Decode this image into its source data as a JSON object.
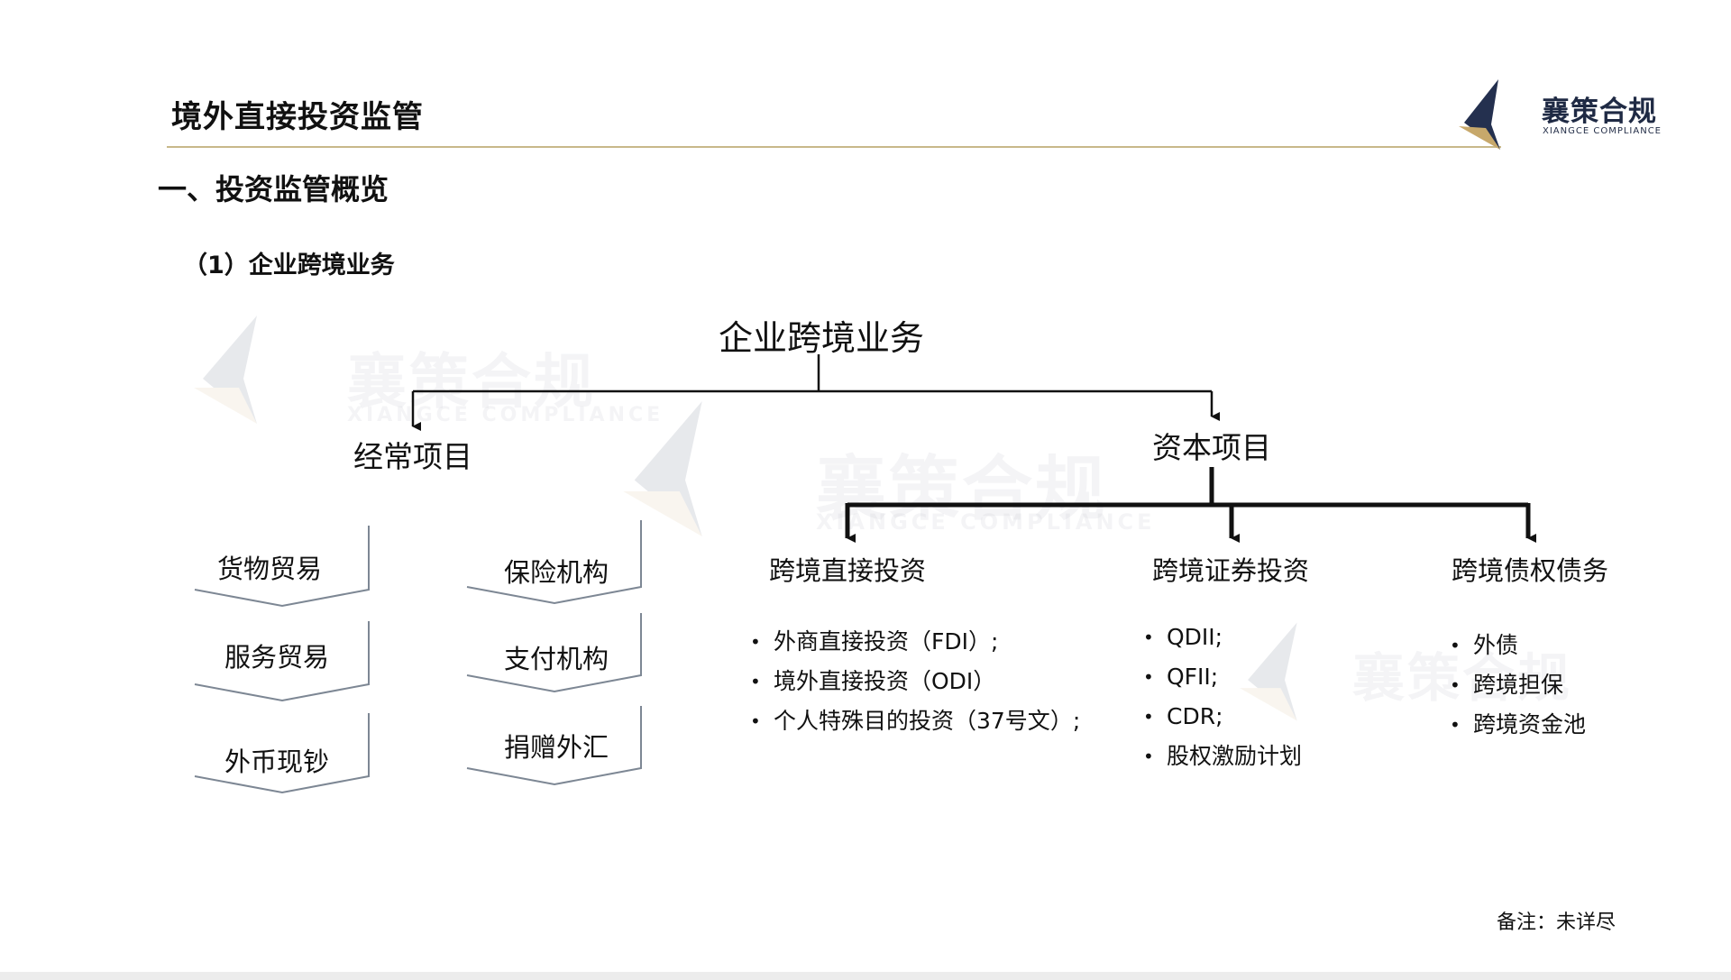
{
  "header": {
    "title": "境外直接投资监管",
    "logo": {
      "name_cn": "襄策合规",
      "name_en": "XIANGCE COMPLIANCE"
    },
    "accent_color": "#c8b88a",
    "logo_colors": {
      "navy": "#24304f",
      "gold": "#c7a86b"
    }
  },
  "section_title": "一、投资监管概览",
  "subsection_title": "（1）企业跨境业务",
  "diagram": {
    "root": "企业跨境业务",
    "current_account": {
      "label": "经常项目",
      "items_col1": [
        "货物贸易",
        "服务贸易",
        "外币现钞"
      ],
      "items_col2": [
        "保险机构",
        "支付机构",
        "捐赠外汇"
      ]
    },
    "capital_account": {
      "label": "资本项目",
      "children": [
        {
          "label": "跨境直接投资",
          "items": [
            "外商直接投资（FDI）;",
            "境外直接投资（ODI）",
            "个人特殊目的投资（37号文）;"
          ]
        },
        {
          "label": "跨境证券投资",
          "items": [
            "QDII;",
            "QFII;",
            "CDR;",
            "股权激励计划"
          ]
        },
        {
          "label": "跨境债权债务",
          "items": [
            "外债",
            "跨境担保",
            "跨境资金池"
          ]
        }
      ]
    }
  },
  "note": "备注：未详尽"
}
